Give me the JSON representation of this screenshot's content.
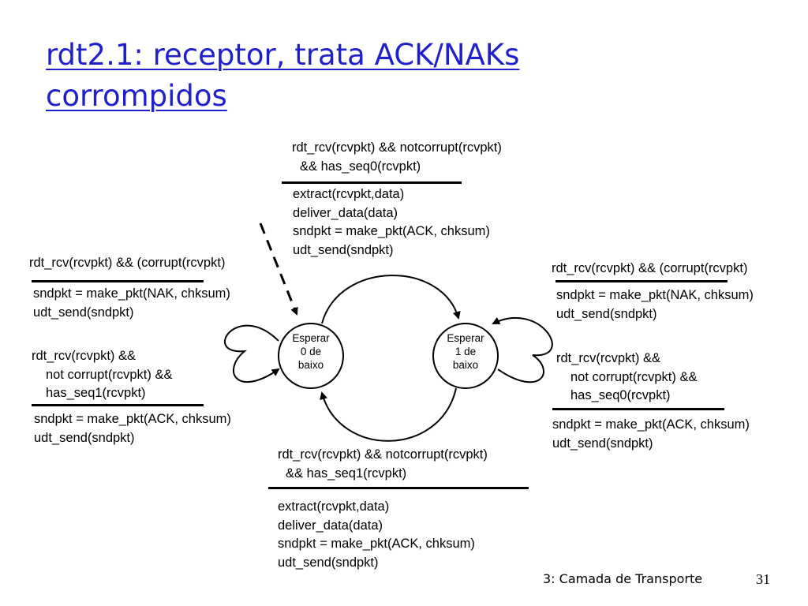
{
  "title": {
    "line1": "rdt2.1: receptor, trata ACK/NAKs",
    "line2": "corrompidos"
  },
  "states": [
    {
      "lines": [
        "Esperar",
        "0 de",
        "baixo"
      ]
    },
    {
      "lines": [
        "Esperar",
        "1 de",
        "baixo"
      ]
    }
  ],
  "transitions": {
    "top": {
      "event": [
        "rdt_rcv(rcvpkt) && notcorrupt(rcvpkt)",
        "&& has_seq0(rcvpkt)"
      ],
      "actions": [
        "extract(rcvpkt,data)",
        "deliver_data(data)",
        "sndpkt = make_pkt(ACK, chksum)",
        "udt_send(sndpkt)"
      ]
    },
    "bottom": {
      "event": [
        "rdt_rcv(rcvpkt) && notcorrupt(rcvpkt)",
        "&& has_seq1(rcvpkt)"
      ],
      "actions": [
        "extract(rcvpkt,data)",
        "deliver_data(data)",
        "sndpkt = make_pkt(ACK, chksum)",
        "udt_send(sndpkt)"
      ]
    },
    "left_corrupt": {
      "event": [
        "rdt_rcv(rcvpkt) && (corrupt(rcvpkt)"
      ],
      "actions": [
        "sndpkt = make_pkt(NAK, chksum)",
        "udt_send(sndpkt)"
      ]
    },
    "left_dup": {
      "event": [
        "rdt_rcv(rcvpkt) &&",
        "not corrupt(rcvpkt) &&",
        "has_seq1(rcvpkt)"
      ],
      "actions": [
        "sndpkt = make_pkt(ACK, chksum)",
        "udt_send(sndpkt)"
      ]
    },
    "right_corrupt": {
      "event": [
        "rdt_rcv(rcvpkt) && (corrupt(rcvpkt)"
      ],
      "actions": [
        "sndpkt = make_pkt(NAK, chksum)",
        "udt_send(sndpkt)"
      ]
    },
    "right_dup": {
      "event": [
        "rdt_rcv(rcvpkt) &&",
        "not corrupt(rcvpkt) &&",
        "has_seq0(rcvpkt)"
      ],
      "actions": [
        "sndpkt = make_pkt(ACK, chksum)",
        "udt_send(sndpkt)"
      ]
    }
  },
  "footer": {
    "course": "3: Camada de Transporte",
    "page": "31"
  },
  "colors": {
    "title": "#1f1fcc",
    "text": "#000000"
  }
}
